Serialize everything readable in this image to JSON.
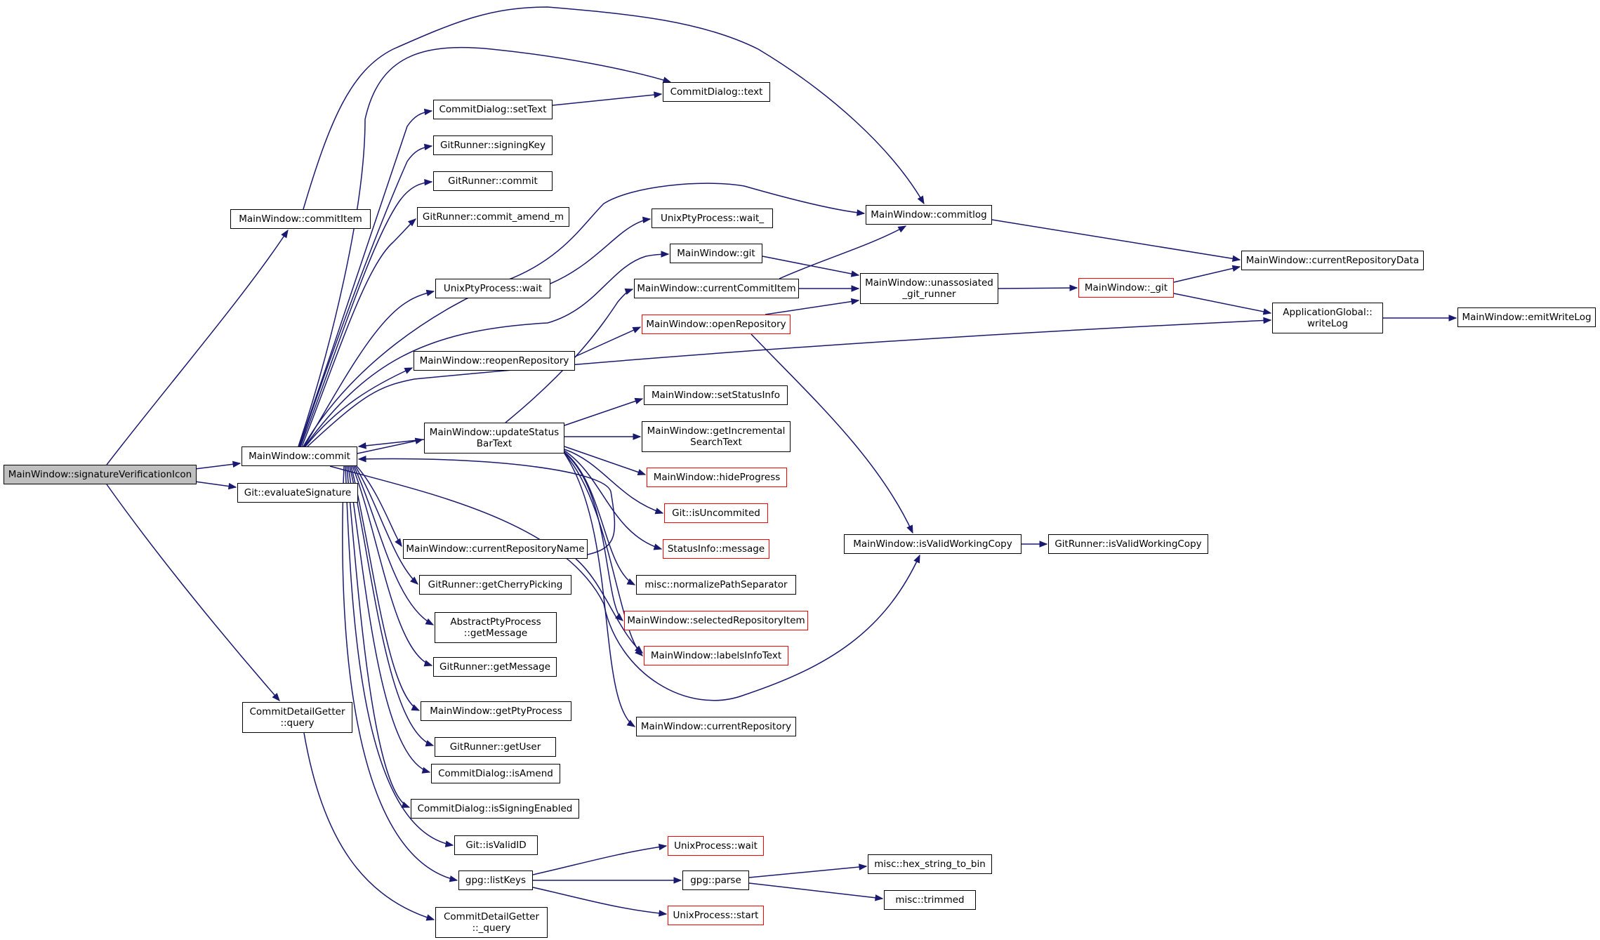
{
  "graph": {
    "colors": {
      "edge": "#191970",
      "border": "#000000",
      "border_incomplete": "#ff0000",
      "focus_fill": "#bfbfbf",
      "background": "#ffffff"
    },
    "nodes": [
      {
        "id": "sig",
        "label": "MainWindow::signatureVerificationIcon",
        "style": "focus"
      },
      {
        "id": "commitItem",
        "label": "MainWindow::commitItem"
      },
      {
        "id": "commit",
        "label": "MainWindow::commit"
      },
      {
        "id": "evalSig",
        "label": "Git::evaluateSignature"
      },
      {
        "id": "cdgQuery",
        "label": "CommitDetailGetter\n::query"
      },
      {
        "id": "cdgUQuery",
        "label": "CommitDetailGetter\n::_query"
      },
      {
        "id": "cdSetText",
        "label": "CommitDialog::setText"
      },
      {
        "id": "cdText",
        "label": "CommitDialog::text"
      },
      {
        "id": "grSigningKey",
        "label": "GitRunner::signingKey"
      },
      {
        "id": "grCommit",
        "label": "GitRunner::commit"
      },
      {
        "id": "grAmend",
        "label": "GitRunner::commit_amend_m"
      },
      {
        "id": "upWait",
        "label": "UnixPtyProcess::wait"
      },
      {
        "id": "upWaitU",
        "label": "UnixPtyProcess::wait_"
      },
      {
        "id": "mwCommitlog",
        "label": "MainWindow::commitlog"
      },
      {
        "id": "mwGit",
        "label": "MainWindow::git"
      },
      {
        "id": "mwCurCommitItem",
        "label": "MainWindow::currentCommitItem"
      },
      {
        "id": "mwUnassoc",
        "label": "MainWindow::unassosiated\n_git_runner"
      },
      {
        "id": "mwUGit",
        "label": "MainWindow::_git",
        "style": "red"
      },
      {
        "id": "mwCurRepoData",
        "label": "MainWindow::currentRepositoryData"
      },
      {
        "id": "agWriteLog",
        "label": "ApplicationGlobal::\nwriteLog"
      },
      {
        "id": "mwEmitWriteLog",
        "label": "MainWindow::emitWriteLog"
      },
      {
        "id": "mwOpenRepo",
        "label": "MainWindow::openRepository",
        "style": "red"
      },
      {
        "id": "mwReopen",
        "label": "MainWindow::reopenRepository"
      },
      {
        "id": "mwUpdateStatus",
        "label": "MainWindow::updateStatus\nBarText"
      },
      {
        "id": "mwSetStatusInfo",
        "label": "MainWindow::setStatusInfo"
      },
      {
        "id": "mwGetIncr",
        "label": "MainWindow::getIncremental\nSearchText"
      },
      {
        "id": "mwHideProgress",
        "label": "MainWindow::hideProgress",
        "style": "red"
      },
      {
        "id": "gitIsUncommited",
        "label": "Git::isUncommited",
        "style": "red"
      },
      {
        "id": "siMessage",
        "label": "StatusInfo::message",
        "style": "red"
      },
      {
        "id": "miscNormalize",
        "label": "misc::normalizePathSeparator"
      },
      {
        "id": "mwSelRepoItem",
        "label": "MainWindow::selectedRepositoryItem",
        "style": "red"
      },
      {
        "id": "mwLabelsInfo",
        "label": "MainWindow::labelsInfoText",
        "style": "red"
      },
      {
        "id": "mwCurRepo",
        "label": "MainWindow::currentRepository"
      },
      {
        "id": "mwIsValidWC",
        "label": "MainWindow::isValidWorkingCopy"
      },
      {
        "id": "grIsValidWC",
        "label": "GitRunner::isValidWorkingCopy"
      },
      {
        "id": "mwCurRepoName",
        "label": "MainWindow::currentRepositoryName"
      },
      {
        "id": "grCherry",
        "label": "GitRunner::getCherryPicking"
      },
      {
        "id": "apGetMessage",
        "label": "AbstractPtyProcess\n::getMessage"
      },
      {
        "id": "grGetMessage",
        "label": "GitRunner::getMessage"
      },
      {
        "id": "mwGetPty",
        "label": "MainWindow::getPtyProcess"
      },
      {
        "id": "grGetUser",
        "label": "GitRunner::getUser"
      },
      {
        "id": "cdIsAmend",
        "label": "CommitDialog::isAmend"
      },
      {
        "id": "cdIsSigning",
        "label": "CommitDialog::isSigningEnabled"
      },
      {
        "id": "gitIsValidID",
        "label": "Git::isValidID"
      },
      {
        "id": "gpgListKeys",
        "label": "gpg::listKeys"
      },
      {
        "id": "upwWait",
        "label": "UnixProcess::wait",
        "style": "red"
      },
      {
        "id": "gpgParse",
        "label": "gpg::parse"
      },
      {
        "id": "upStart",
        "label": "UnixProcess::start",
        "style": "red"
      },
      {
        "id": "miscHex",
        "label": "misc::hex_string_to_bin"
      },
      {
        "id": "miscTrimmed",
        "label": "misc::trimmed"
      }
    ]
  }
}
